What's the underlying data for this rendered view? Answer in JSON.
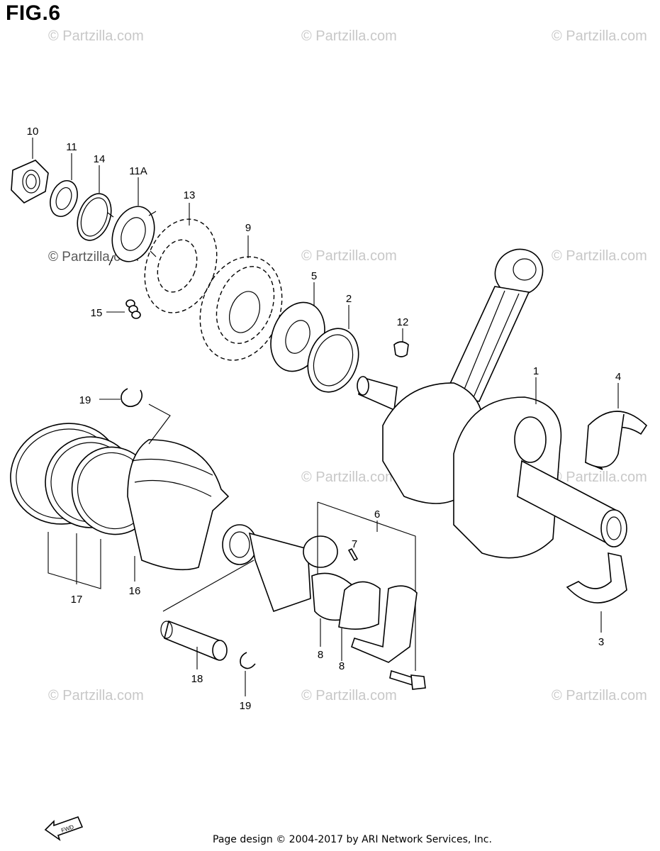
{
  "figure": {
    "title": "FIG.6"
  },
  "watermark": {
    "text": "© Partzilla.com"
  },
  "footer": {
    "text": "Page design © 2004-2017 by ARI Network Services, Inc."
  },
  "fwd_badge": {
    "text": "FWD"
  },
  "callouts": {
    "p1": "1",
    "p2": "2",
    "p3": "3",
    "p4": "4",
    "p5": "5",
    "p6": "6",
    "p7": "7",
    "p8a": "8",
    "p8b": "8",
    "p9": "9",
    "p10": "10",
    "p11": "11",
    "p11a": "11A",
    "p12": "12",
    "p13": "13",
    "p14": "14",
    "p15": "15",
    "p16": "16",
    "p17": "17",
    "p18": "18",
    "p19a": "19",
    "p19b": "19"
  }
}
